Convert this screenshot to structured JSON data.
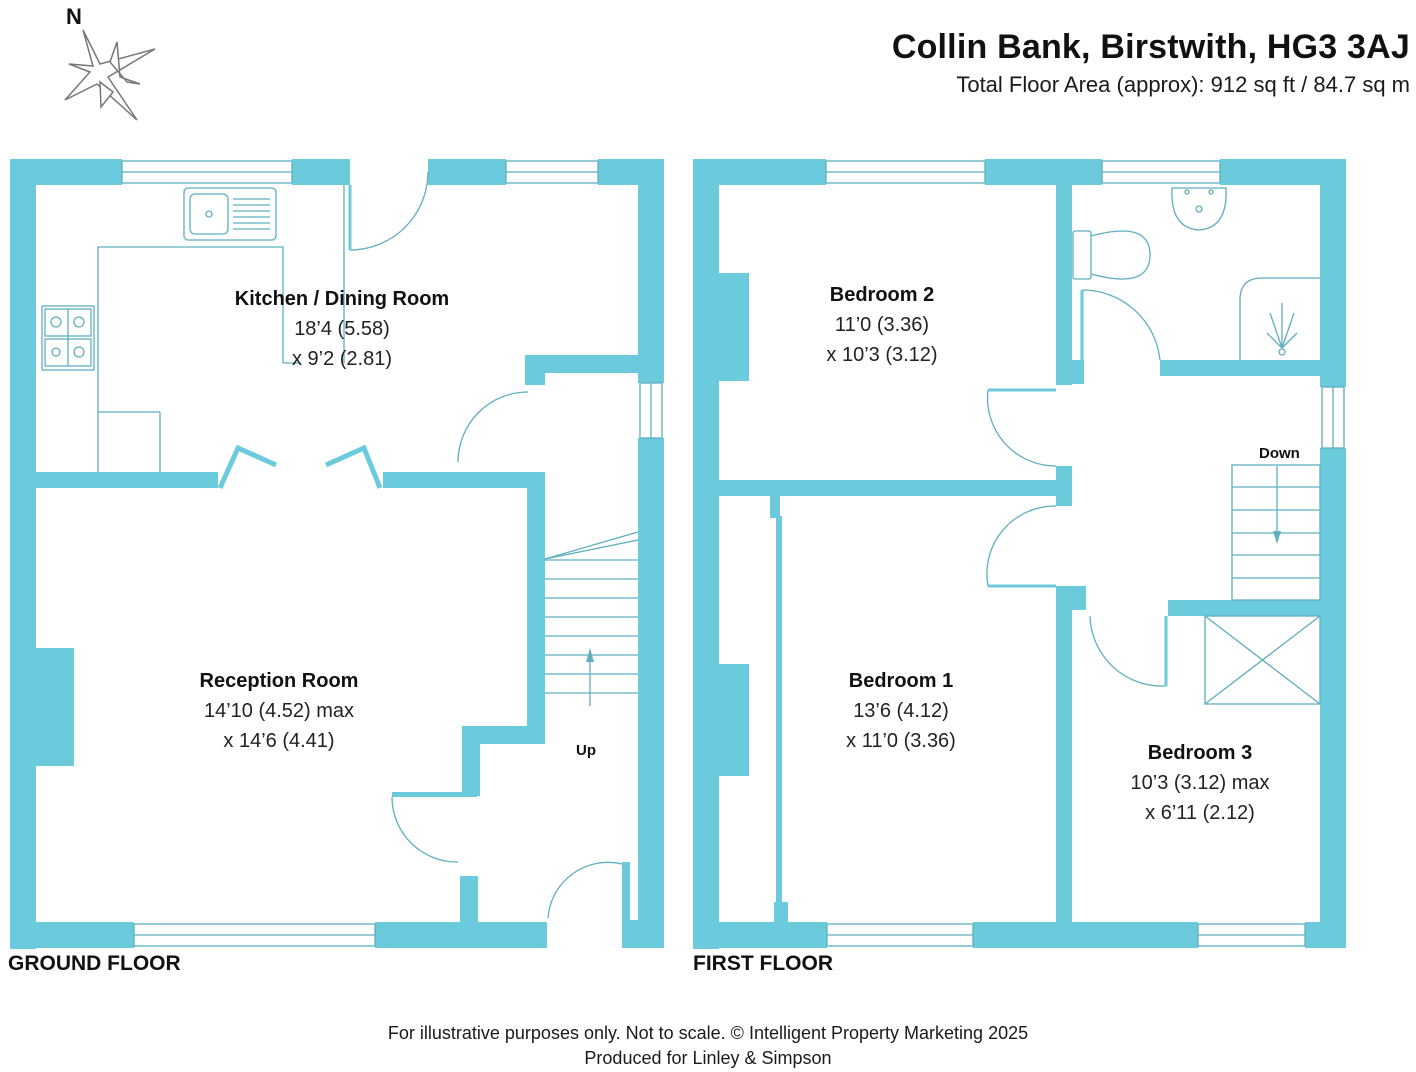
{
  "header": {
    "title": "Collin Bank, Birstwith, HG3 3AJ",
    "subtitle": "Total Floor Area (approx): 912 sq ft / 84.7 sq m"
  },
  "compass": {
    "label": "N",
    "icon": "compass-rose-icon"
  },
  "colors": {
    "wall": "#6BCADB",
    "fixture_line": "#5FAFBE",
    "text": "#111111"
  },
  "floors": [
    {
      "label": "GROUND FLOOR",
      "rooms": [
        {
          "name": "Kitchen / Dining Room",
          "dim1": "18’4 (5.58)",
          "dim2": "x 9’2 (2.81)"
        },
        {
          "name": "Reception Room",
          "dim1": "14’10 (4.52) max",
          "dim2": "x 14’6 (4.41)"
        }
      ],
      "stairs_label": "Up"
    },
    {
      "label": "FIRST FLOOR",
      "rooms": [
        {
          "name": "Bedroom 2",
          "dim1": "11’0 (3.36)",
          "dim2": "x 10’3 (3.12)"
        },
        {
          "name": "Bedroom 1",
          "dim1": "13’6 (4.12)",
          "dim2": "x 11’0 (3.36)"
        },
        {
          "name": "Bedroom 3",
          "dim1": "10’3 (3.12) max",
          "dim2": "x 6’11 (2.12)"
        }
      ],
      "stairs_label": "Down"
    }
  ],
  "footer": {
    "line1": "For illustrative purposes only. Not to scale. © Intelligent Property Marketing 2025",
    "line2": "Produced for Linley & Simpson"
  }
}
